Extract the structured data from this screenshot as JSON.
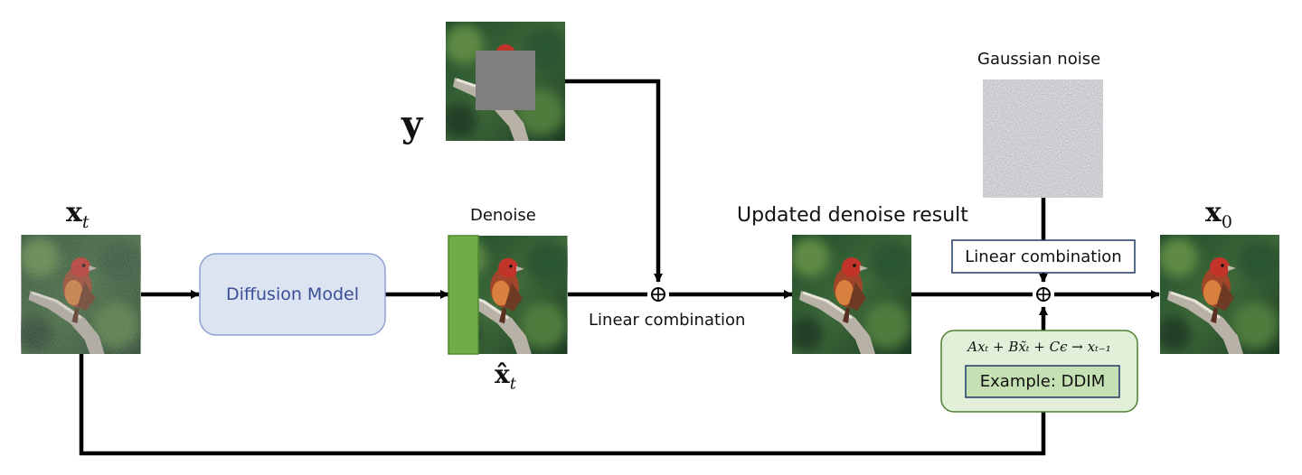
{
  "labels": {
    "xt": "x",
    "xt_sub": "t",
    "y": "y",
    "denoise": "Denoise",
    "xhat": "x̂",
    "xhat_sub": "t",
    "linear_combination_1": "Linear combination",
    "updated_denoise_result": "Updated denoise result",
    "gaussian_noise": "Gaussian noise",
    "linear_combination_2": "Linear combination",
    "x0": "x",
    "x0_sub": "0",
    "formula": "Axₜ + Bx̃ₜ + Cϵ → xₜ₋₁",
    "example": "Example: DDIM"
  },
  "blocks": {
    "diffusion_model": "Diffusion Model"
  },
  "colors": {
    "diffusion_fill": "#dce3f1",
    "diffusion_stroke": "#8ea3d2",
    "diffusion_text": "#3b4f96",
    "green_bar": "#70ad47",
    "green_bar_stroke": "#4e8a2f",
    "ddim_outer_fill": "#e2efd9",
    "ddim_outer_stroke": "#507e32",
    "ddim_inner_fill": "#c5e0b3",
    "ddim_inner_stroke": "#1f3864",
    "lc_box_stroke": "#1f3864",
    "mask_gray": "#7f7f7f"
  },
  "icons": {
    "sum_node": "circle-plus-icon",
    "arrow": "arrow-right-icon"
  }
}
